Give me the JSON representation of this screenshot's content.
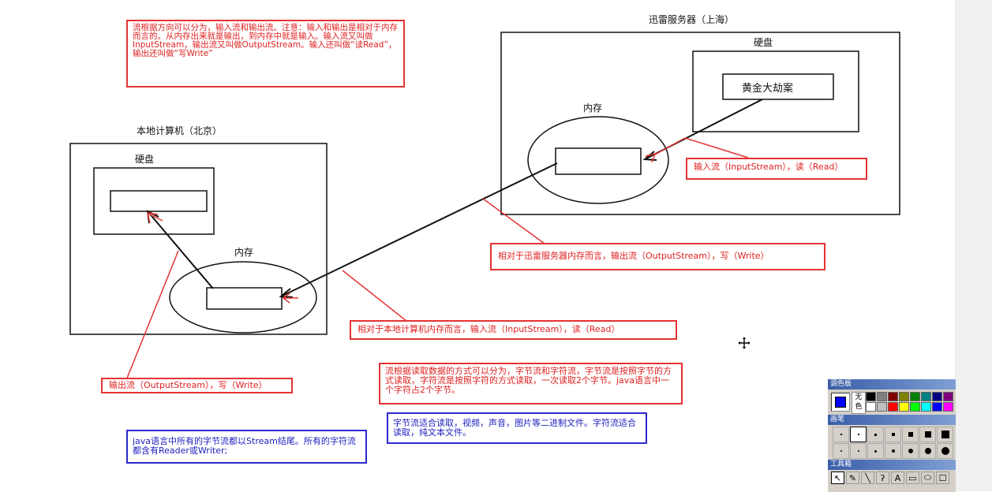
{
  "colors": {
    "red": "#e53333",
    "blue": "#2a2ad0",
    "black": "#111111",
    "palette_bg": "#d4d0c8"
  },
  "server": {
    "title": "迅雷服务器（上海）",
    "disk_label": "硬盘",
    "file_label": "黄金大劫案",
    "memory_label": "内存"
  },
  "local": {
    "title": "本地计算机（北京）",
    "disk_label": "硬盘",
    "memory_label": "内存"
  },
  "notes": {
    "top_direction": "流根据方向可以分为，输入流和输出流。注意：输入和输出是相对于内存而言的。从内存出来就是输出，到内存中就是输入。输入流又叫做InputStream，输出流又叫做OutputStream。输入还叫做“读Read”，输出还叫做“写Write”",
    "server_input": "输入流（InputStream），读（Read）",
    "server_output": "相对于迅雷服务器内存而言，输出流（OutputStream），写（Write）",
    "local_input": "相对于本地计算机内存而言，输入流（InputStream），读（Read）",
    "local_output": "输出流（OutputStream），写（Write）",
    "byte_char": "流根据读取数据的方式可以分为，字节流和字符流，字节流是按照字节的方式读取，字符流是按照字符的方式读取，一次读取2个字节。java语言中一个字符占2个字节。",
    "suitability": "字节流适合读取，视频，声音，图片等二进制文件。字符流适合读取，纯文本文件。",
    "java_stream": "java语言中所有的字节流都以Stream结尾。所有的字符流都含有Reader或Writer;"
  },
  "palette": {
    "title": "调色板",
    "none_label": "无色",
    "brush_title": "画笔",
    "toolbox_title": "工具箱",
    "swatch_colors": [
      "#000000",
      "#808080",
      "#800000",
      "#808000",
      "#008000",
      "#008080",
      "#000080",
      "#800080",
      "#ffffff",
      "#c0c0c0",
      "#ff0000",
      "#ffff00",
      "#00ff00",
      "#00ffff",
      "#0000ff",
      "#ff00ff"
    ],
    "brush_sizes": [
      1,
      2,
      3,
      4,
      5,
      7,
      9
    ],
    "tools": [
      "↖",
      "✎",
      "╲",
      "ʔ",
      "A",
      "▭",
      "⬭",
      "☐"
    ]
  }
}
